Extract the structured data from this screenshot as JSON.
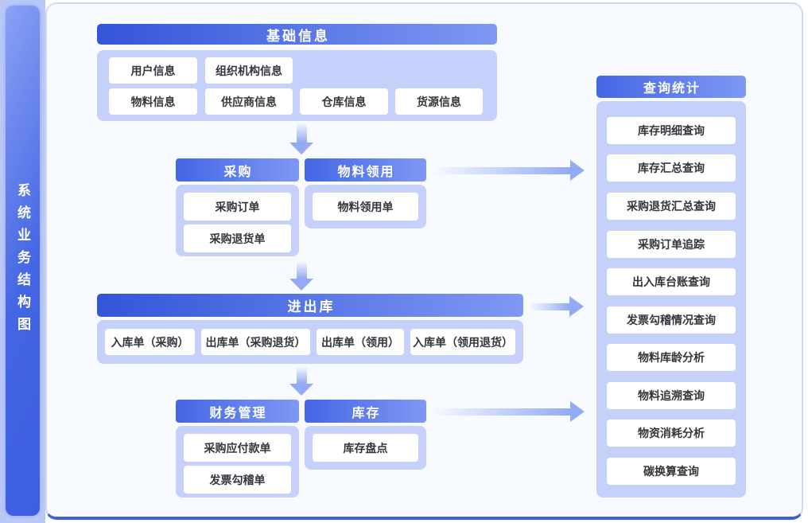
{
  "sidebar": {
    "title": "系统业务结构图"
  },
  "sections": {
    "base": {
      "header": "基础信息",
      "row1": [
        "用户信息",
        "组织机构信息"
      ],
      "row2": [
        "物料信息",
        "供应商信息",
        "仓库信息",
        "货源信息"
      ]
    },
    "purchase": {
      "header": "采购",
      "items": [
        "采购订单",
        "采购退货单"
      ]
    },
    "requisition": {
      "header": "物料领用",
      "items": [
        "物料领用单"
      ]
    },
    "inout": {
      "header": "进出库",
      "items": [
        "入库单（采购）",
        "出库单（采购退货）",
        "出库单（领用）",
        "入库单（领用退货）"
      ]
    },
    "finance": {
      "header": "财务管理",
      "items": [
        "采购应付款单",
        "发票勾稽单"
      ]
    },
    "inventory": {
      "header": "库存",
      "items": [
        "库存盘点"
      ]
    },
    "query": {
      "header": "查询统计",
      "items": [
        "库存明细查询",
        "库存汇总查询",
        "采购退货汇总查询",
        "采购订单追踪",
        "出入库台账查询",
        "发票勾稽情况查询",
        "物料库龄分析",
        "物料追溯查询",
        "物资消耗分析",
        "碳换算查询"
      ]
    }
  },
  "colors": {
    "header_gradient_start": "#3355d9",
    "header_gradient_end": "#7e98f3",
    "small_header_gradient_start": "#4466e4",
    "group_bg": "#c5d1fa",
    "node_bg": "#ffffff",
    "node_text": "#33363d",
    "arrow": "#93abf5",
    "sidebar_gradient_start": "#8ba2f5",
    "sidebar_gradient_end": "#3c5fe0",
    "left_band_bg": "#bac8f8",
    "canvas_bg": "#f7faff",
    "canvas_border": "#ccd9fb",
    "bottom_line": "#3e61da"
  }
}
